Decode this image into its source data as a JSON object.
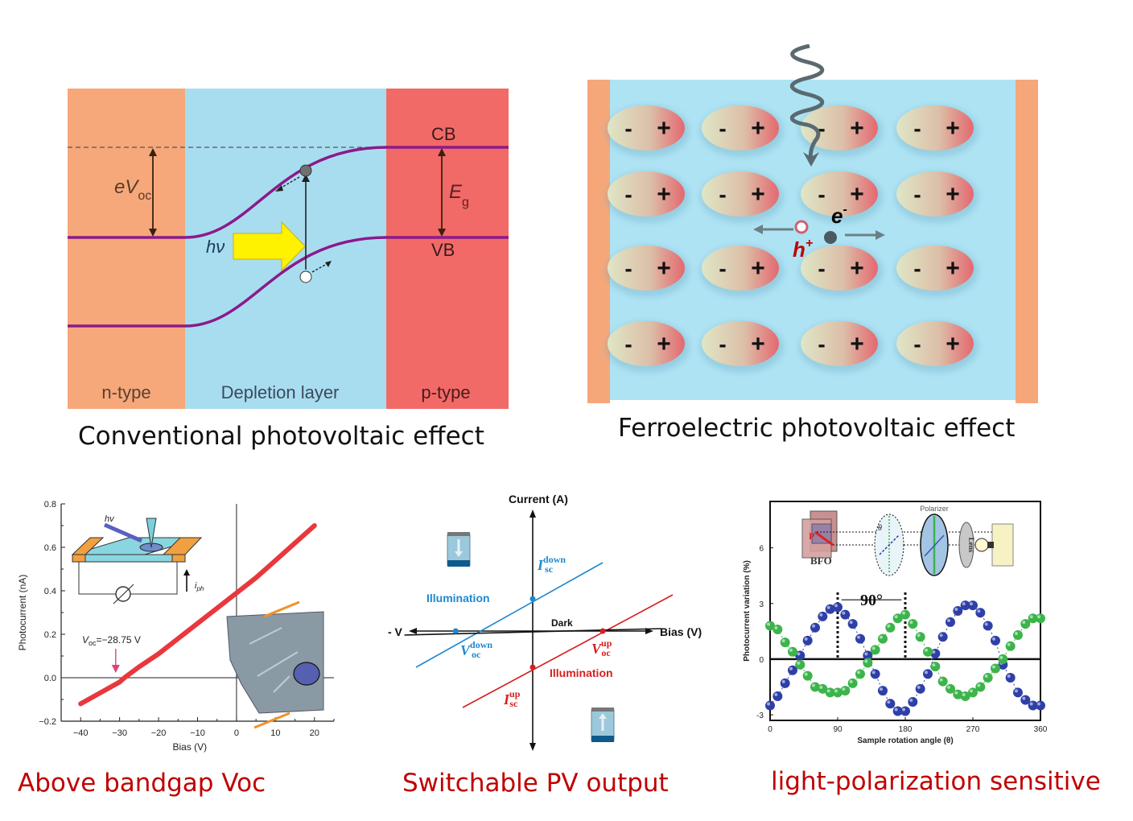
{
  "panels": {
    "conventional": {
      "caption": "Conventional photovoltaic effect",
      "regions": [
        "n-type",
        "Depletion layer",
        "p-type"
      ],
      "band_labels": {
        "cb": "CB",
        "vb": "VB"
      },
      "voc_label": {
        "main": "eV",
        "sub": "oc"
      },
      "eg_label": {
        "main": "E",
        "sub": "g"
      },
      "photon_label": "hν",
      "colors": {
        "n": "#f6a87a",
        "depletion": "#a8ddf0",
        "p": "#f26a68",
        "band": "#8b1a8b",
        "arrow": "#fff200"
      }
    },
    "ferroelectric": {
      "caption": "Ferroelectric photovoltaic effect",
      "dipole_neg": "-",
      "dipole_pos": "+",
      "rows": 4,
      "cols": 4,
      "electron_label": {
        "main": "e",
        "sup": "-"
      },
      "hole_label": {
        "main": "h",
        "sup": "+"
      },
      "colors": {
        "electrode": "#f5a77a",
        "bulk": "#aee3f4",
        "hole": "#c00000"
      }
    },
    "above_bandgap": {
      "caption": "Above bandgap Voc",
      "voc_annotation": {
        "main": "V",
        "sub": "oc",
        "rest": "=−28.75 V"
      },
      "photon_label": "hv",
      "iph_label": {
        "main": "i",
        "sub": "ph"
      }
    },
    "switchable": {
      "caption": "Switchable PV output",
      "y_axis_label": "Current (A)",
      "x_axis_label": "Bias (V)",
      "neg_v_label": "- V",
      "dark_label": "Dark",
      "illum_down_label": "Illumination",
      "illum_up_label": "Illumination",
      "isc_down": {
        "main": "I",
        "sub": "sc",
        "sup": "down"
      },
      "voc_down": {
        "main": "V",
        "sub": "oc",
        "sup": "down"
      },
      "voc_up": {
        "main": "V",
        "sub": "oc",
        "sup": "up"
      },
      "isc_up": {
        "main": "I",
        "sub": "sc",
        "sup": "up"
      },
      "colors": {
        "down": "#1e88d0",
        "up": "#d42020"
      }
    },
    "polarization": {
      "caption": "light-polarization sensitive",
      "polarizer_label": "Polarizer",
      "lens_label": "Lens",
      "bfo_label": "BFO",
      "p_label": "P",
      "theta_label": "θ",
      "period_label": "90°"
    }
  },
  "chart_data": [
    {
      "type": "line",
      "title": "",
      "xlabel": "Bias (V)",
      "ylabel": "Photocurrent (nA)",
      "xlim": [
        -45,
        25
      ],
      "ylim": [
        -0.2,
        0.8
      ],
      "xticks": [
        -40,
        -30,
        -20,
        -10,
        0,
        10,
        20
      ],
      "xtick_labels": [
        "−40",
        "−30",
        "−20",
        "−10",
        "0",
        "10",
        "20"
      ],
      "yticks": [
        -0.2,
        0.0,
        0.2,
        0.4,
        0.6,
        0.8
      ],
      "ytick_labels": [
        "−0.2",
        "0.0",
        "0.2",
        "0.4",
        "0.6",
        "0.8"
      ],
      "series": [
        {
          "name": "photocurrent",
          "color": "#e8383d",
          "x": [
            -40,
            -35,
            -30,
            -28.75,
            -25,
            -20,
            -15,
            -10,
            -5,
            0,
            5,
            10,
            15,
            20
          ],
          "y": [
            -0.12,
            -0.07,
            -0.02,
            0.0,
            0.05,
            0.11,
            0.18,
            0.25,
            0.32,
            0.39,
            0.46,
            0.54,
            0.62,
            0.7
          ]
        }
      ],
      "annotations": [
        "Voc=−28.75 V"
      ]
    },
    {
      "type": "line",
      "title": "",
      "xlabel": "Bias (V)",
      "ylabel": "Current (A)",
      "series": [
        {
          "name": "Illumination (down)",
          "color": "#1e88d0",
          "x": [
            -1.0,
            0.6
          ],
          "y": [
            -0.45,
            0.85
          ]
        },
        {
          "name": "Illumination (up)",
          "color": "#d42020",
          "x": [
            -0.6,
            1.2
          ],
          "y": [
            -0.95,
            0.45
          ]
        },
        {
          "name": "Dark",
          "color": "#111111",
          "x": [
            -1.1,
            1.1
          ],
          "y": [
            -0.05,
            0.03
          ]
        }
      ],
      "points": [
        {
          "label": "I_sc^down",
          "x": 0,
          "y": 0.4,
          "color": "#1e88d0"
        },
        {
          "label": "V_oc^down",
          "x": -0.66,
          "y": 0,
          "color": "#1e88d0"
        },
        {
          "label": "V_oc^up",
          "x": 0.6,
          "y": 0,
          "color": "#d42020"
        },
        {
          "label": "I_sc^up",
          "x": 0,
          "y": -0.45,
          "color": "#d42020"
        }
      ]
    },
    {
      "type": "scatter",
      "title": "",
      "xlabel": "Sample rotation angle (θ)",
      "ylabel": "Photocurrent variation (%)",
      "xlim": [
        0,
        360
      ],
      "ylim": [
        -3.3,
        8.5
      ],
      "xticks": [
        0,
        90,
        180,
        270,
        360
      ],
      "yticks": [
        -3,
        0,
        3,
        6
      ],
      "series": [
        {
          "name": "blue",
          "color": "#2f3fa8",
          "x": [
            0,
            10,
            20,
            30,
            40,
            50,
            60,
            70,
            80,
            90,
            100,
            110,
            120,
            130,
            140,
            150,
            160,
            170,
            180,
            190,
            200,
            210,
            220,
            230,
            240,
            250,
            260,
            270,
            280,
            290,
            300,
            310,
            320,
            330,
            340,
            350,
            360
          ],
          "y": [
            -2.5,
            -2.0,
            -1.3,
            -0.6,
            0.2,
            1.0,
            1.7,
            2.3,
            2.7,
            2.8,
            2.4,
            1.9,
            1.1,
            0.2,
            -0.8,
            -1.7,
            -2.4,
            -2.8,
            -2.8,
            -2.3,
            -1.6,
            -0.8,
            0.3,
            1.2,
            2.0,
            2.6,
            2.9,
            2.9,
            2.5,
            1.8,
            1.0,
            -0.3,
            -1.0,
            -1.8,
            -2.2,
            -2.5,
            -2.5
          ]
        },
        {
          "name": "green",
          "color": "#3cb44b",
          "x": [
            0,
            10,
            20,
            30,
            40,
            50,
            60,
            70,
            80,
            90,
            100,
            110,
            120,
            130,
            140,
            150,
            160,
            170,
            180,
            190,
            200,
            210,
            220,
            230,
            240,
            250,
            260,
            270,
            280,
            290,
            300,
            310,
            320,
            330,
            340,
            350,
            360
          ],
          "y": [
            1.8,
            1.6,
            0.9,
            0.4,
            -0.3,
            -0.9,
            -1.5,
            -1.6,
            -1.8,
            -1.8,
            -1.7,
            -1.3,
            -0.8,
            -0.2,
            0.5,
            1.1,
            1.7,
            2.2,
            2.4,
            1.9,
            1.2,
            0.4,
            -0.4,
            -1.2,
            -1.6,
            -1.9,
            -2.0,
            -1.8,
            -1.5,
            -1.0,
            -0.5,
            0.0,
            0.7,
            1.3,
            1.9,
            2.2,
            2.2
          ]
        }
      ],
      "annotations": [
        "90°"
      ]
    }
  ]
}
